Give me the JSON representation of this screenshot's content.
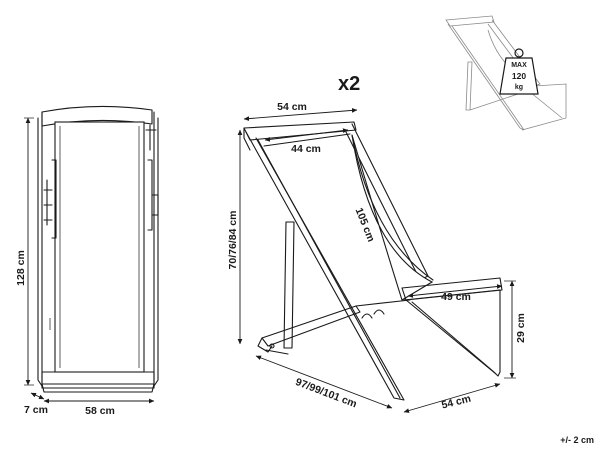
{
  "quantity": "x2",
  "weight_badge": {
    "label": "MAX",
    "value": "120",
    "unit": "kg"
  },
  "tolerance": "+/- 2 cm",
  "front_view": {
    "height": "128 cm",
    "width": "58 cm",
    "depth": "7 cm"
  },
  "side_view": {
    "top_width": "54 cm",
    "inner_top_width": "44 cm",
    "fabric_length": "105 cm",
    "heights": "70/76/84 cm",
    "seat_width": "49 cm",
    "seat_height": "29 cm",
    "depths": "97/99/101 cm",
    "base_width": "54 cm"
  }
}
